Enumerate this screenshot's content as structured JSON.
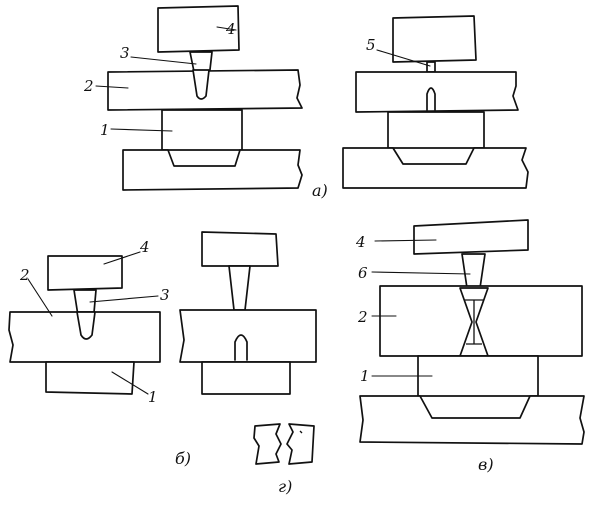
{
  "labels": {
    "a_top": {
      "punch": "4",
      "pin": "3",
      "plate": "2",
      "die": "1"
    },
    "a_right": {
      "stem": "5"
    },
    "b": {
      "punch": "4",
      "pin": "3",
      "plate": "2",
      "die": "1"
    },
    "v": {
      "punch": "4",
      "pin": "6",
      "plate": "2",
      "die": "1"
    }
  },
  "captions": {
    "a": "а)",
    "b": "б)",
    "g": "г)",
    "v": "в)"
  },
  "colors": {
    "ink": "#111111",
    "paper": "#ffffff"
  }
}
